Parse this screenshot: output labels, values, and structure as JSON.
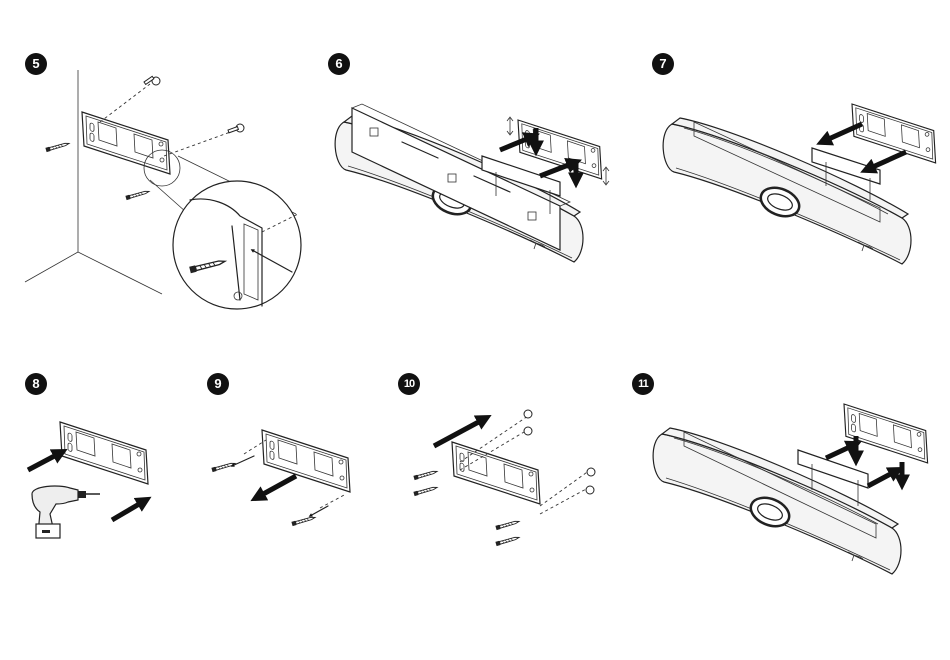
{
  "steps": [
    {
      "id": "step-5",
      "label": "5"
    },
    {
      "id": "step-6",
      "label": "6"
    },
    {
      "id": "step-7",
      "label": "7"
    },
    {
      "id": "step-8",
      "label": "8"
    },
    {
      "id": "step-9",
      "label": "9"
    },
    {
      "id": "step-10",
      "label": "10"
    },
    {
      "id": "step-11",
      "label": "11"
    }
  ],
  "colors": {
    "ink": "#111111",
    "line": "#222222",
    "device_fill": "#f4f4f4",
    "background": "#ffffff"
  },
  "icons": [
    "screw-icon",
    "wall-anchor-icon",
    "drill-icon",
    "arrow-icon",
    "magnifier-callout",
    "mounting-bracket",
    "soundbar-device",
    "brand-logo"
  ]
}
